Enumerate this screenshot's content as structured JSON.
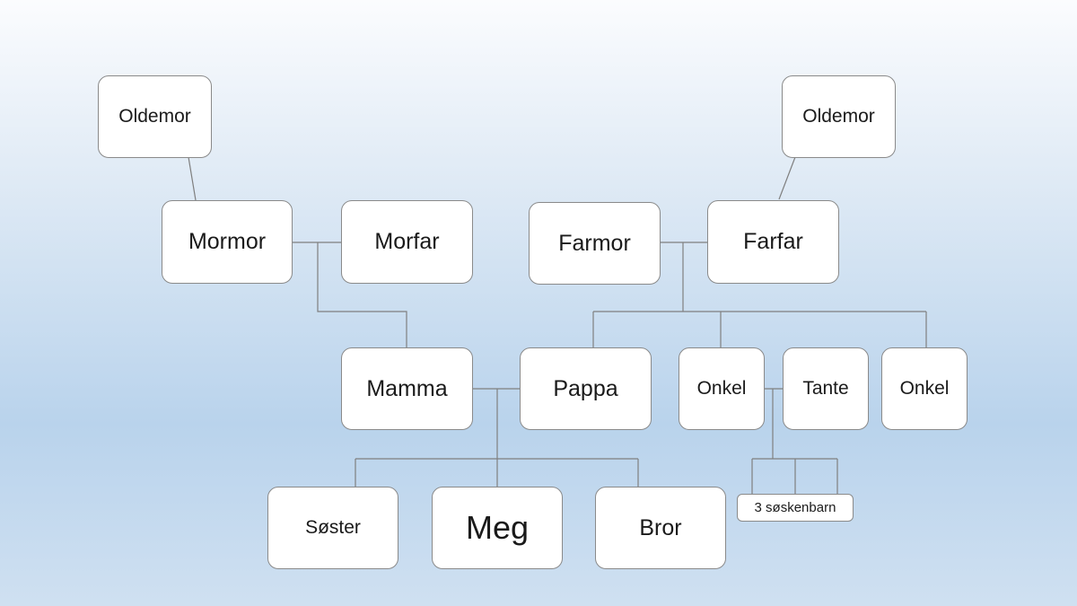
{
  "diagram": {
    "type": "family-tree",
    "nodes": {
      "oldemor_maternal": "Oldemor",
      "oldemor_paternal": "Oldemor",
      "mormor": "Mormor",
      "morfar": "Morfar",
      "farmor": "Farmor",
      "farfar": "Farfar",
      "mamma": "Mamma",
      "pappa": "Pappa",
      "onkel_1": "Onkel",
      "tante": "Tante",
      "onkel_2": "Onkel",
      "soster": "Søster",
      "meg": "Meg",
      "bror": "Bror",
      "cousins": "3 søskenbarn"
    },
    "edges": [
      [
        "oldemor_maternal",
        "mormor"
      ],
      [
        "oldemor_paternal",
        "farfar"
      ],
      [
        "mormor",
        "morfar"
      ],
      [
        "farmor",
        "farfar"
      ],
      [
        "mormor+morfar",
        "mamma"
      ],
      [
        "farmor+farfar",
        "pappa"
      ],
      [
        "farmor+farfar",
        "onkel_1"
      ],
      [
        "farmor+farfar",
        "onkel_2"
      ],
      [
        "mamma",
        "pappa"
      ],
      [
        "onkel_1",
        "tante"
      ],
      [
        "mamma+pappa",
        "soster"
      ],
      [
        "mamma+pappa",
        "meg"
      ],
      [
        "mamma+pappa",
        "bror"
      ],
      [
        "onkel_1+tante",
        "cousins"
      ]
    ]
  }
}
